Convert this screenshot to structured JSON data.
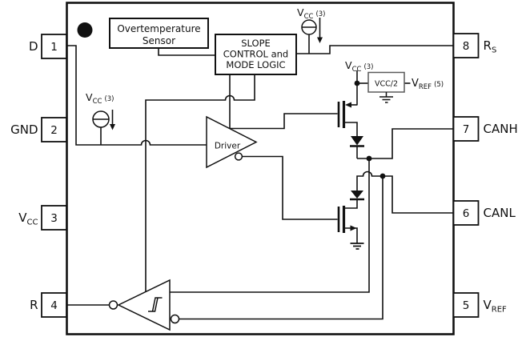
{
  "diagram_title": "CAN transceiver functional block diagram",
  "colors": {
    "line": "#111111",
    "background": "#ffffff"
  },
  "pins_left": [
    {
      "number": "1",
      "label": "D",
      "label_sub": ""
    },
    {
      "number": "2",
      "label": "GND",
      "label_sub": ""
    },
    {
      "number": "3",
      "label": "V",
      "label_sub": "CC"
    },
    {
      "number": "4",
      "label": "R",
      "label_sub": ""
    }
  ],
  "pins_right": [
    {
      "number": "8",
      "label": "R",
      "label_sub": "S"
    },
    {
      "number": "7",
      "label": "CANH",
      "label_sub": ""
    },
    {
      "number": "6",
      "label": "CANL",
      "label_sub": ""
    },
    {
      "number": "5",
      "label": "V",
      "label_sub": "REF"
    }
  ],
  "blocks": {
    "overtemp_line1": "Overtemperature",
    "overtemp_line2": "Sensor",
    "slope_line1": "SLOPE",
    "slope_line2": "CONTROL and",
    "slope_line3": "MODE LOGIC",
    "driver_label": "Driver",
    "vcc_half_label": "VCC/2"
  },
  "labels": {
    "vcc": {
      "v": "V",
      "sub": "CC",
      "num": "(3)"
    },
    "vref": {
      "v": "V",
      "sub": "REF",
      "num": "(5)"
    }
  }
}
